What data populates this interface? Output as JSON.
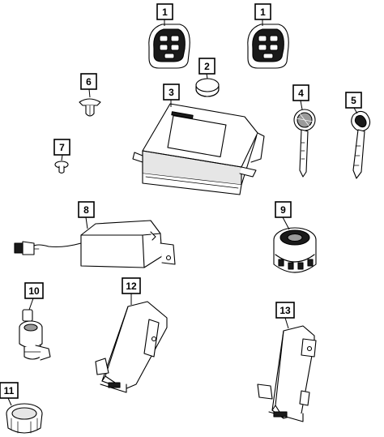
{
  "diagram": {
    "callouts": [
      {
        "id": "1a",
        "label": "1"
      },
      {
        "id": "1b",
        "label": "1"
      },
      {
        "id": "2",
        "label": "2"
      },
      {
        "id": "3",
        "label": "3"
      },
      {
        "id": "4",
        "label": "4"
      },
      {
        "id": "5",
        "label": "5"
      },
      {
        "id": "6",
        "label": "6"
      },
      {
        "id": "7",
        "label": "7"
      },
      {
        "id": "8",
        "label": "8"
      },
      {
        "id": "9",
        "label": "9"
      },
      {
        "id": "10",
        "label": "10"
      },
      {
        "id": "11",
        "label": "11"
      },
      {
        "id": "12",
        "label": "12"
      },
      {
        "id": "13",
        "label": "13"
      }
    ],
    "colors": {
      "line": "#000000",
      "background": "#ffffff",
      "dark_fill": "#1a1a1a"
    }
  }
}
